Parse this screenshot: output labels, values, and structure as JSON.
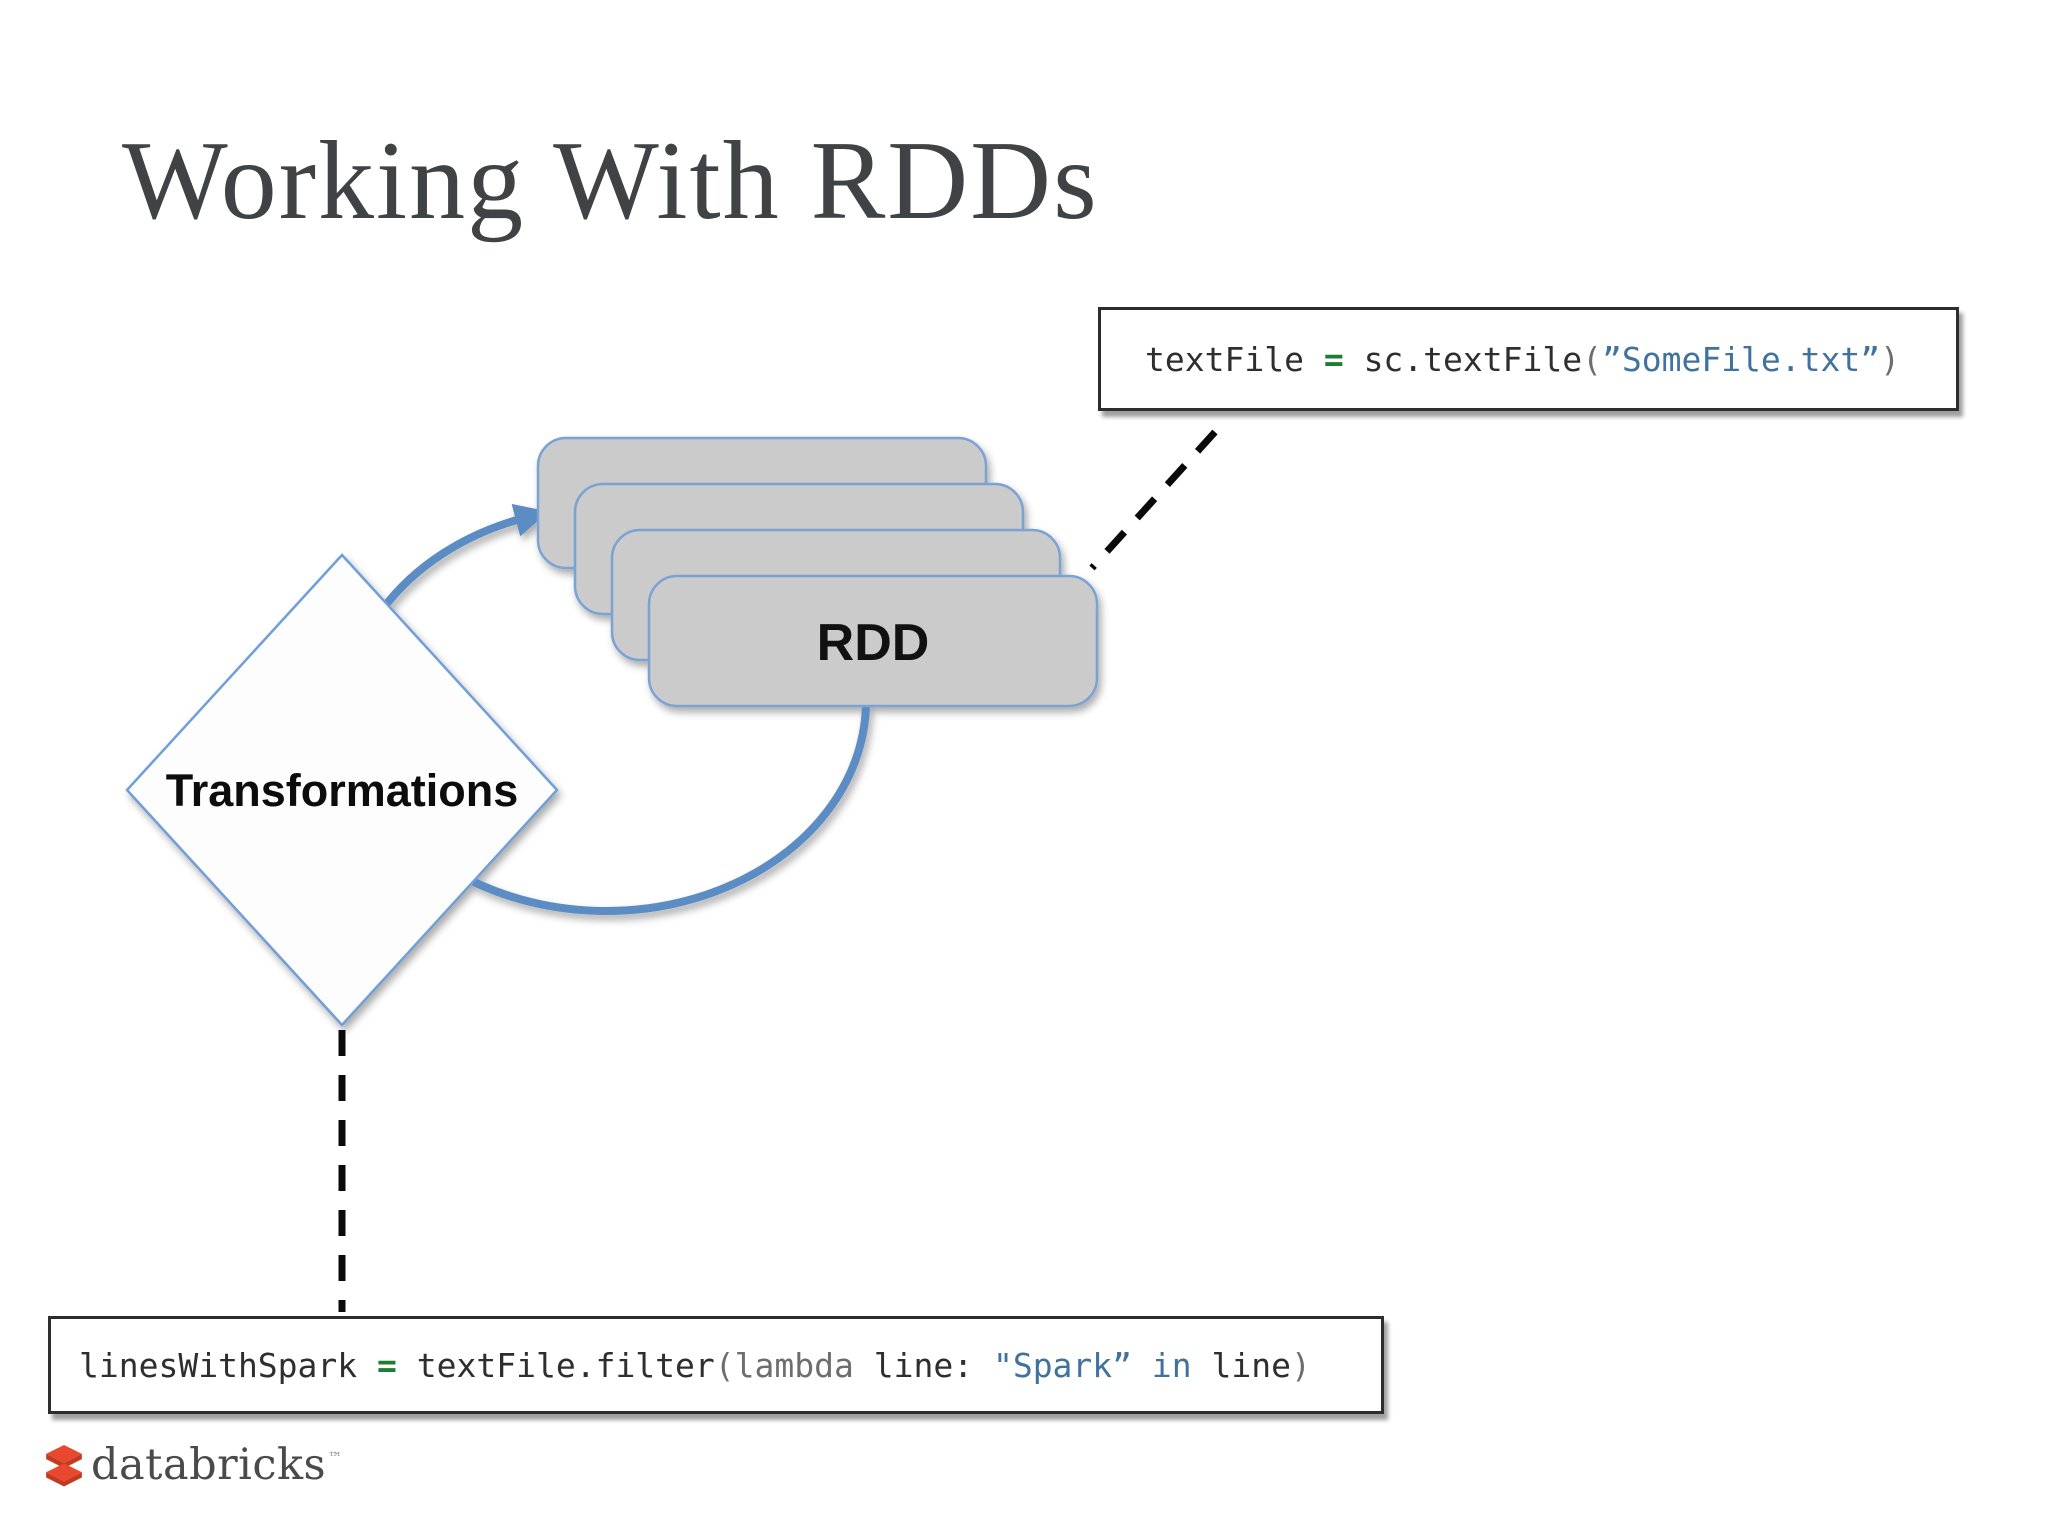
{
  "slide": {
    "title": "Working With RDDs"
  },
  "diagram": {
    "transformations_label": "Transformations",
    "rdd_label": "RDD",
    "accent_blue": "#5b8cc4",
    "rect_fill": "#cbcbcb",
    "rect_border": "#78a3d4",
    "diamond_border": "#6f9fd8",
    "dashed_line_color": "#0a0a0a"
  },
  "code": {
    "colors": {
      "plain": "#2e2e2e",
      "assign_green": "#1e7d32",
      "string_blue": "#40729e",
      "punct_gray": "#6e6e6e"
    },
    "textfile_line": {
      "tokens": [
        {
          "t": "textFile ",
          "c": "plain"
        },
        {
          "t": "= ",
          "c": "green"
        },
        {
          "t": "sc.textFile",
          "c": "plain"
        },
        {
          "t": "(",
          "c": "gray"
        },
        {
          "t": "”SomeFile.txt”",
          "c": "blue"
        },
        {
          "t": ")",
          "c": "gray"
        }
      ]
    },
    "filter_line": {
      "tokens": [
        {
          "t": "linesWithSpark ",
          "c": "plain"
        },
        {
          "t": "= ",
          "c": "green"
        },
        {
          "t": "textFile.filter",
          "c": "plain"
        },
        {
          "t": "(",
          "c": "gray"
        },
        {
          "t": "lambda ",
          "c": "gray"
        },
        {
          "t": "line: ",
          "c": "plain"
        },
        {
          "t": "\"Spark” ",
          "c": "blue"
        },
        {
          "t": "in ",
          "c": "blue"
        },
        {
          "t": "line",
          "c": "plain"
        },
        {
          "t": ")",
          "c": "gray"
        }
      ]
    }
  },
  "footer": {
    "brand": "databricks",
    "trademark": "™",
    "brand_red": "#e8492e",
    "brand_red_dark": "#c23a20"
  }
}
